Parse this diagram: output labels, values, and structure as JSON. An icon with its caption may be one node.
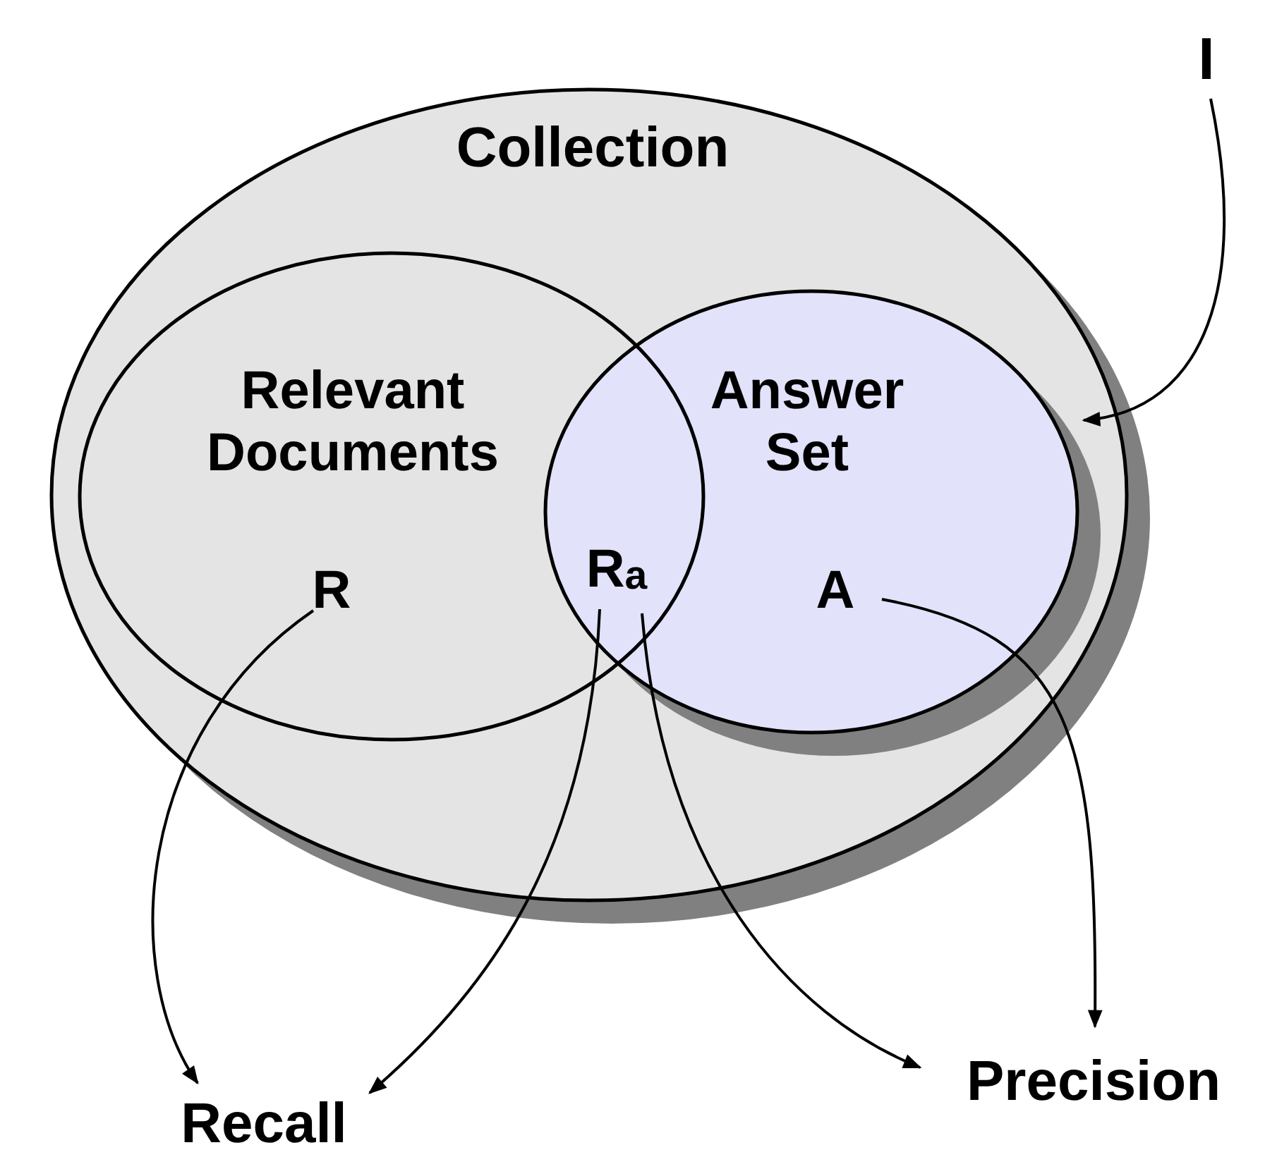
{
  "diagram": {
    "nodes": [
      {
        "text": [
          "Collection"
        ]
      },
      {
        "text": [
          "Relevant Documents"
        ],
        "in": 0
      },
      {
        "text": [
          "Answer Set"
        ],
        "in": 0
      },
      {
        "text": [
          "R"
        ],
        "in": 1
      },
      {
        "text": [
          "R$_{a}$"
        ]
      },
      {
        "text": [
          "A"
        ],
        "in": 2
      },
      {
        "text": [
          "I"
        ]
      },
      {
        "text": [
          "Recall"
        ]
      },
      {
        "text": [
          "Precision"
        ]
      }
    ],
    "edges": [
      {
        "from": 6,
        "to": 2,
        "arrow": "to"
      },
      {
        "from": 3,
        "to": 7,
        "arrow": "to"
      },
      {
        "from": 4,
        "to": 7,
        "arrow": "to"
      },
      {
        "from": 4,
        "to": 8,
        "arrow": "to"
      },
      {
        "from": 5,
        "to": 8,
        "arrow": "to"
      }
    ]
  }
}
